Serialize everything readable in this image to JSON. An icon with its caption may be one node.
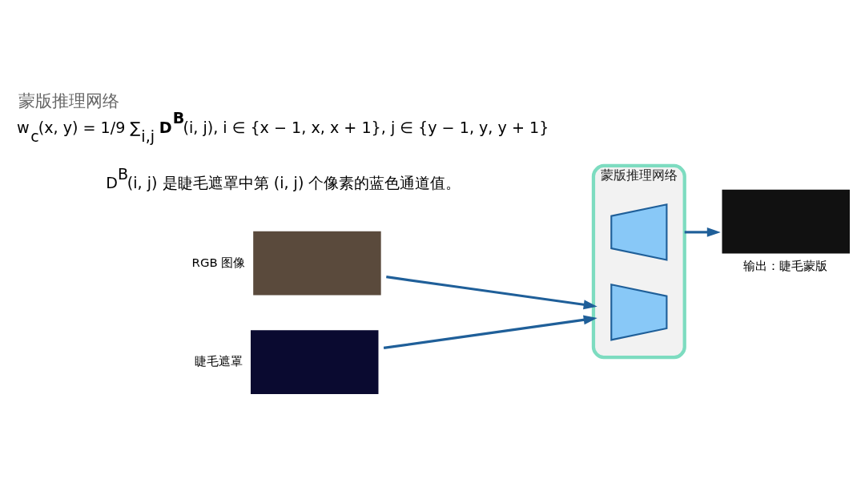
{
  "diagram": {
    "title": "蒙版推理网络",
    "nodes": [
      {
        "text": [],
        "shape": "box",
        "beside": [
          "RGB 图像"
        ]
      },
      {
        "text": [],
        "shape": "box",
        "beside": [
          "睫毛遮罩"
        ]
      },
      {
        "text": [
          "蒙版推理网络"
        ]
      },
      {
        "text": [],
        "shape": "trapezoid",
        "in": 2
      },
      {
        "text": [],
        "shape": "trapezoid",
        "in": 2
      },
      {
        "text": [],
        "shape": "box",
        "beside": [
          "输出：睫毛蒙版"
        ]
      }
    ],
    "edges": [
      {
        "from": 0,
        "to": 2,
        "arrow": "to"
      },
      {
        "from": 1,
        "to": 2,
        "arrow": "to"
      },
      {
        "from": 2,
        "to": 5,
        "arrow": "to"
      }
    ],
    "labels": [
      "w$_{c}$(x, y) = 1/9 ∑$_{i,j}$ **D$^{B}$**(i, j), i ∈ {x − 1, x, x + 1}, j ∈ {y − 1, y, y + 1}",
      "D$^{B}$(i, j) 是睫毛遮罩中第 (i, j) 个像素的蓝色通道值。"
    ]
  }
}
